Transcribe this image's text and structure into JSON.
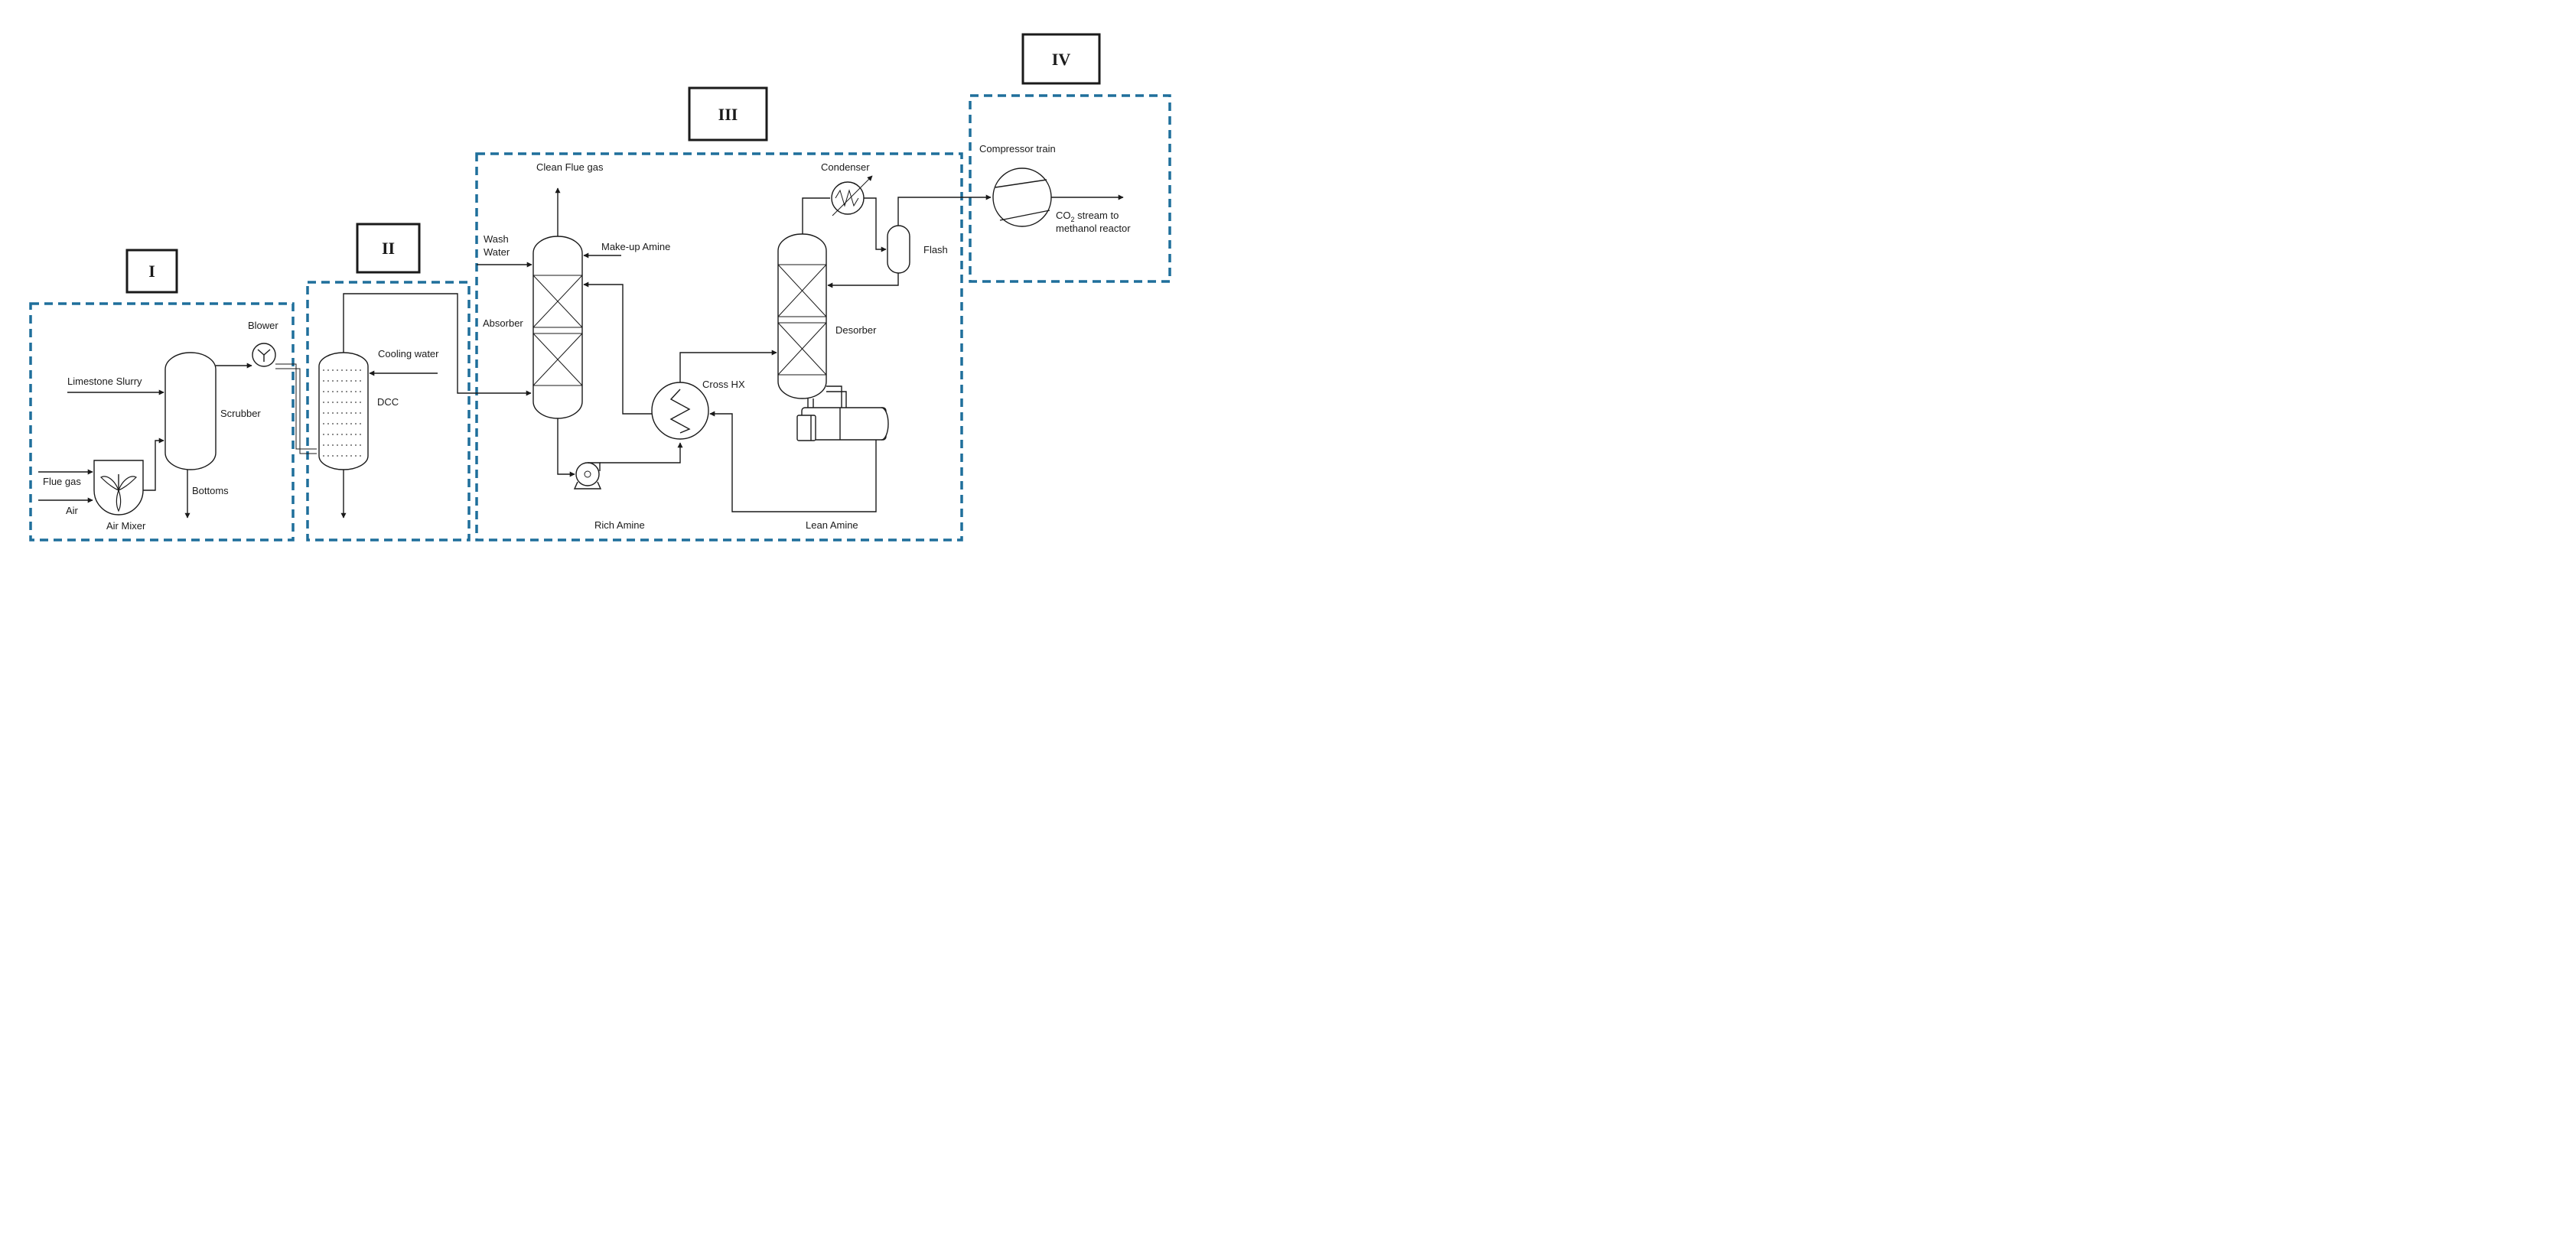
{
  "sections": {
    "section_1": "I",
    "section_2": "II",
    "section_3": "III",
    "section_4": "IV"
  },
  "labels": {
    "limestone_slurry": "Limestone Slurry",
    "flue_gas": "Flue gas",
    "air": "Air",
    "air_mixer": "Air Mixer",
    "scrubber": "Scrubber",
    "bottoms": "Bottoms",
    "blower": "Blower",
    "cooling_water": "Cooling water",
    "dcc": "DCC",
    "clean_flue_gas": "Clean Flue gas",
    "wash_water_line1": "Wash",
    "wash_water_line2": "Water",
    "makeup_amine": "Make-up Amine",
    "absorber": "Absorber",
    "cross_hx": "Cross HX",
    "rich_amine": "Rich Amine",
    "lean_amine": "Lean Amine",
    "condenser": "Condenser",
    "flash": "Flash",
    "desorber": "Desorber",
    "compressor_train": "Compressor train",
    "co2_prefix": "CO",
    "co2_subscript": "2",
    "co2_suffix": " stream to",
    "co2_line2": "methanol reactor"
  },
  "colors": {
    "section_border": "#1f6f9b",
    "line": "#1a1a1a",
    "background": "#ffffff"
  }
}
